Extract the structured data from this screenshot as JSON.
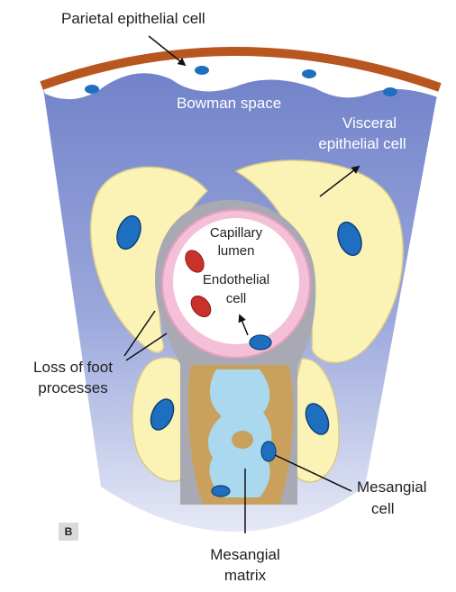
{
  "labels": {
    "parietal_epithelial_cell": "Parietal epithelial cell",
    "bowman_space": "Bowman space",
    "visceral_line1": "Visceral",
    "visceral_line2": "epithelial cell",
    "capillary_line1": "Capillary",
    "capillary_line2": "lumen",
    "endothelial_line1": "Endothelial",
    "endothelial_line2": "cell",
    "loss_line1": "Loss of foot",
    "loss_line2": "processes",
    "mesangial_cell_line1": "Mesangial",
    "mesangial_cell_line2": "cell",
    "mesangial_matrix_line1": "Mesangial",
    "mesangial_matrix_line2": "matrix"
  },
  "panel_letter": "B",
  "colors": {
    "capsule": "#b8561f",
    "bowman_space": "#7f8fd0",
    "podocyte": "#fbf2b6",
    "nucleus": "#1f6fc0",
    "rbc": "#c8322a",
    "basement_membrane": "#a9a9b4",
    "endothelium": "#f3c0d8",
    "mesangium": "#c9a15c",
    "mesangial_matrix": "#a9d8ef"
  }
}
